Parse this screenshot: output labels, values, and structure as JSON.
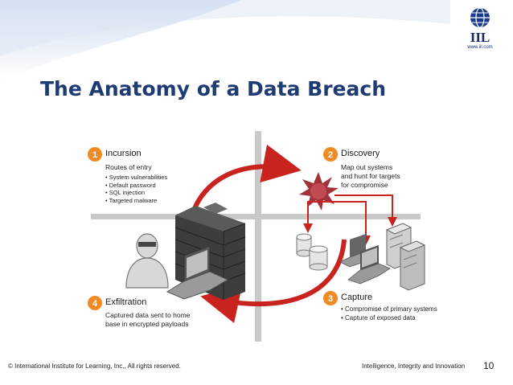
{
  "slide": {
    "title": "The Anatomy of a Data Breach",
    "logo_text": "IIL",
    "logo_url": "www.iil.com"
  },
  "diagram": {
    "steps": [
      {
        "number": "1",
        "title": "Incursion",
        "subtitle": "Routes of entry",
        "bullets": [
          "System vulnerabilities",
          "Default password",
          "SQL injection",
          "Targeted malware"
        ]
      },
      {
        "number": "2",
        "title": "Discovery",
        "lines": [
          "Map out systems",
          "and hunt for targets",
          "for compromise"
        ]
      },
      {
        "number": "3",
        "title": "Capture",
        "bullets": [
          "Compromise of primary systems",
          "Capture of exposed data"
        ]
      },
      {
        "number": "4",
        "title": "Exfiltration",
        "lines": [
          "Captured data sent to home",
          "base in encrypted payloads"
        ]
      }
    ],
    "colors": {
      "badge": "#f08a24",
      "arrow": "#c8231f",
      "axis": "#c9c9c9",
      "starburst": "#a2323a"
    }
  },
  "footer": {
    "copyright": "© International Institute for Learning, Inc., All rights reserved.",
    "tagline": "Intelligence, Integrity and Innovation",
    "page_number": "10"
  }
}
